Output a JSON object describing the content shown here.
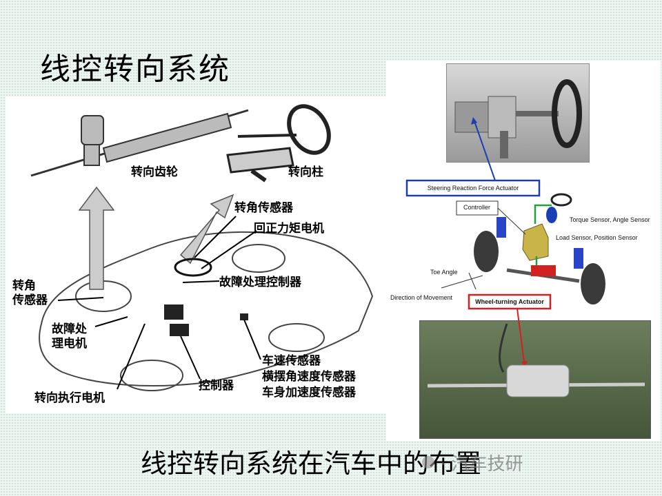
{
  "slide": {
    "title": "线控转向系统",
    "caption": "线控转向系统在汽车中的布置"
  },
  "left_diagram": {
    "labels": {
      "steering_gear": "转向齿轮",
      "steering_column": "转向柱",
      "angle_sensor_top": "转角传感器",
      "return_torque_motor": "回正力矩电机",
      "fault_controller": "故障处理控制器",
      "angle_sensor_left_line1": "转角",
      "angle_sensor_left_line2": "传感器",
      "fault_motor_line1": "故障处",
      "fault_motor_line2": "理电机",
      "actuator_motor": "转向执行电机",
      "controller": "控制器",
      "speed_sensor": "车速传感器",
      "yaw_sensor": "横摆角速度传感器",
      "body_accel_sensor": "车身加速度传感器"
    }
  },
  "right_diagram": {
    "labels": {
      "reaction_actuator": "Steering Reaction Force Actuator",
      "controller": "Controller",
      "torque_angle_sensor": "Torque Sensor, Angle Sensor",
      "load_position_sensor": "Load Sensor, Position Sensor",
      "toe_angle": "Toe Angle",
      "direction_of_movement": "Direction of Movement",
      "wheel_turning_actuator": "Wheel-turning Actuator"
    }
  },
  "watermark": {
    "text": "· 汽车技研"
  }
}
